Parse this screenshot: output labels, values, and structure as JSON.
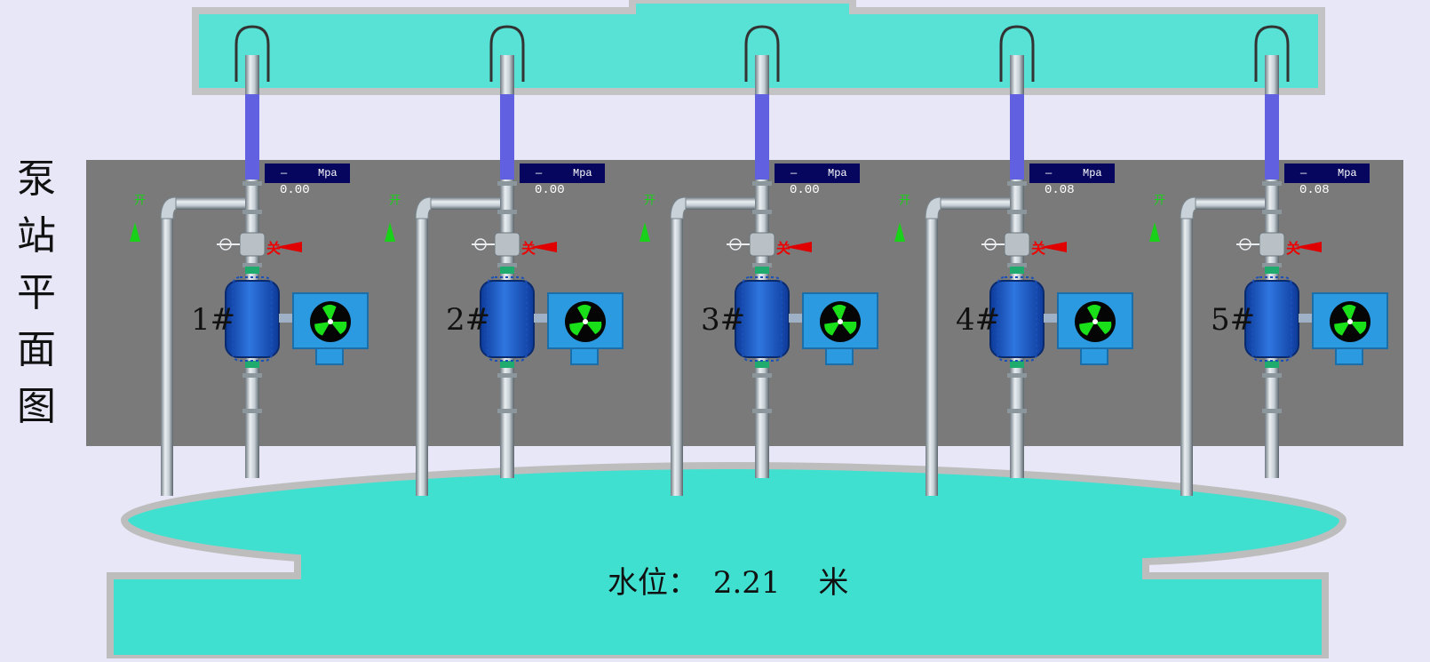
{
  "side_title": [
    "泵",
    "站",
    "平",
    "面",
    "图"
  ],
  "pressure_unit": "Mpa",
  "pressure_dash": "—",
  "open_label": "开",
  "close_label": "关",
  "pumps": [
    {
      "label": "1#",
      "pressure": "0.00"
    },
    {
      "label": "2#",
      "pressure": "0.00"
    },
    {
      "label": "3#",
      "pressure": "0.00"
    },
    {
      "label": "4#",
      "pressure": "0.08"
    },
    {
      "label": "5#",
      "pressure": "0.08"
    }
  ],
  "water_level": {
    "label": "水位：",
    "value": "2.21",
    "unit": "米"
  },
  "colors": {
    "water": "#40e0d0",
    "flow": "#6060e0",
    "panel": "#7a7a7a",
    "pipe_border": "#b5b5b5",
    "pressure_box": "#06065e",
    "open_arrow": "#19d119",
    "close_arrow": "#e00000"
  }
}
